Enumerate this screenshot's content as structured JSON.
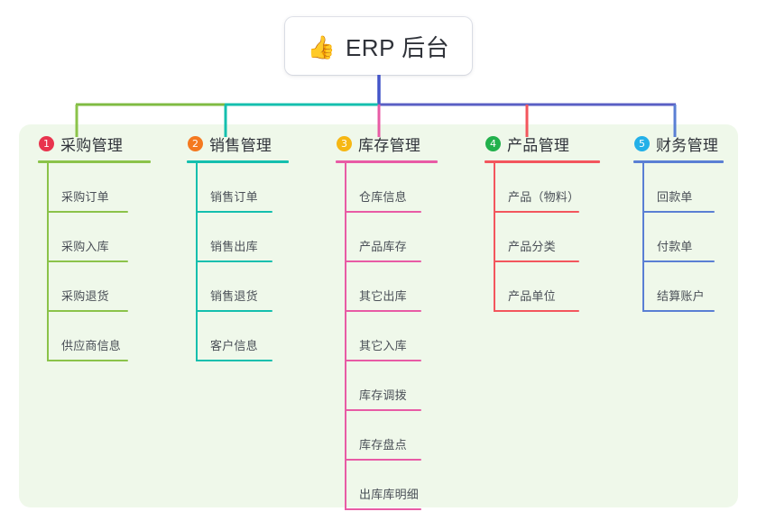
{
  "page": {
    "background": "#ffffff",
    "panel_background": "#eff8ea",
    "type": "mind-map"
  },
  "root": {
    "emoji": "👍",
    "emoji_name": "thumbs-up-icon",
    "title": "ERP 后台",
    "connector_color": "#4355c9"
  },
  "trunk": {
    "segments": [
      {
        "name": "green-segment",
        "color": "#7fbb42"
      },
      {
        "name": "teal-segment",
        "color": "#14bfae"
      },
      {
        "name": "purple-segment",
        "color": "#5a5fc4"
      }
    ]
  },
  "branches": [
    {
      "index": "1",
      "badge_color": "#e8344e",
      "line_color": "#8bc34a",
      "title": "采购管理",
      "items": [
        "采购订单",
        "采购入库",
        "采购退货",
        "供应商信息"
      ]
    },
    {
      "index": "2",
      "badge_color": "#f47920",
      "line_color": "#14bfae",
      "title": "销售管理",
      "items": [
        "销售订单",
        "销售出库",
        "销售退货",
        "客户信息"
      ]
    },
    {
      "index": "3",
      "badge_color": "#f6b713",
      "line_color": "#e85ba5",
      "title": "库存管理",
      "items": [
        "仓库信息",
        "产品库存",
        "其它出库",
        "其它入库",
        "库存调拨",
        "库存盘点",
        "出库库明细"
      ]
    },
    {
      "index": "4",
      "badge_color": "#22b14c",
      "line_color": "#f3565d",
      "title": "产品管理",
      "items": [
        "产品（物料）",
        "产品分类",
        "产品单位"
      ]
    },
    {
      "index": "5",
      "badge_color": "#23b0e8",
      "line_color": "#5a7fd4",
      "title": "财务管理",
      "items": [
        "回款单",
        "付款单",
        "结算账户"
      ]
    }
  ]
}
